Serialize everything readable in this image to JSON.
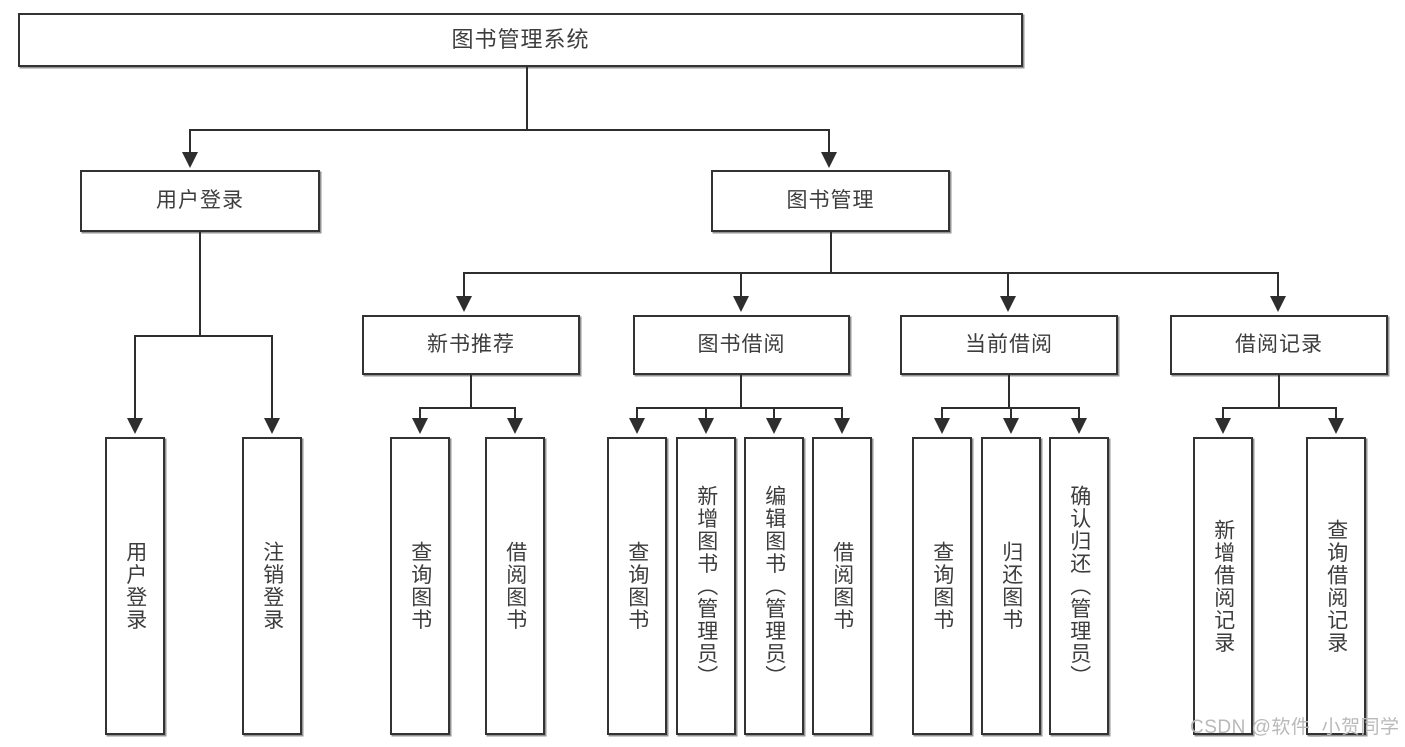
{
  "diagram": {
    "title": "图书管理系统",
    "type": "hierarchy-tree",
    "root": {
      "label": "图书管理系统"
    },
    "level2": [
      {
        "label": "用户登录"
      },
      {
        "label": "图书管理"
      }
    ],
    "level3": [
      {
        "label": "新书推荐"
      },
      {
        "label": "图书借阅"
      },
      {
        "label": "当前借阅"
      },
      {
        "label": "借阅记录"
      }
    ],
    "leaves": [
      {
        "label": "用户登录",
        "parent": "用户登录"
      },
      {
        "label": "注销登录",
        "parent": "用户登录"
      },
      {
        "label": "查询图书",
        "parent": "新书推荐"
      },
      {
        "label": "借阅图书",
        "parent": "新书推荐"
      },
      {
        "label": "查询图书",
        "parent": "图书借阅"
      },
      {
        "label": "新增图书（管理员）",
        "parent": "图书借阅"
      },
      {
        "label": "编辑图书（管理员）",
        "parent": "图书借阅"
      },
      {
        "label": "借阅图书",
        "parent": "图书借阅"
      },
      {
        "label": "查询图书",
        "parent": "当前借阅"
      },
      {
        "label": "归还图书",
        "parent": "当前借阅"
      },
      {
        "label": "确认归还（管理员）",
        "parent": "当前借阅"
      },
      {
        "label": "新增借阅记录",
        "parent": "借阅记录"
      },
      {
        "label": "查询借阅记录",
        "parent": "借阅记录"
      }
    ]
  },
  "watermark": {
    "text": "CSDN @软件_小贺同学"
  },
  "colors": {
    "stroke": "#333333",
    "text": "#3d3d3d",
    "background": "#ffffff",
    "watermark": "#b9b9b9"
  }
}
